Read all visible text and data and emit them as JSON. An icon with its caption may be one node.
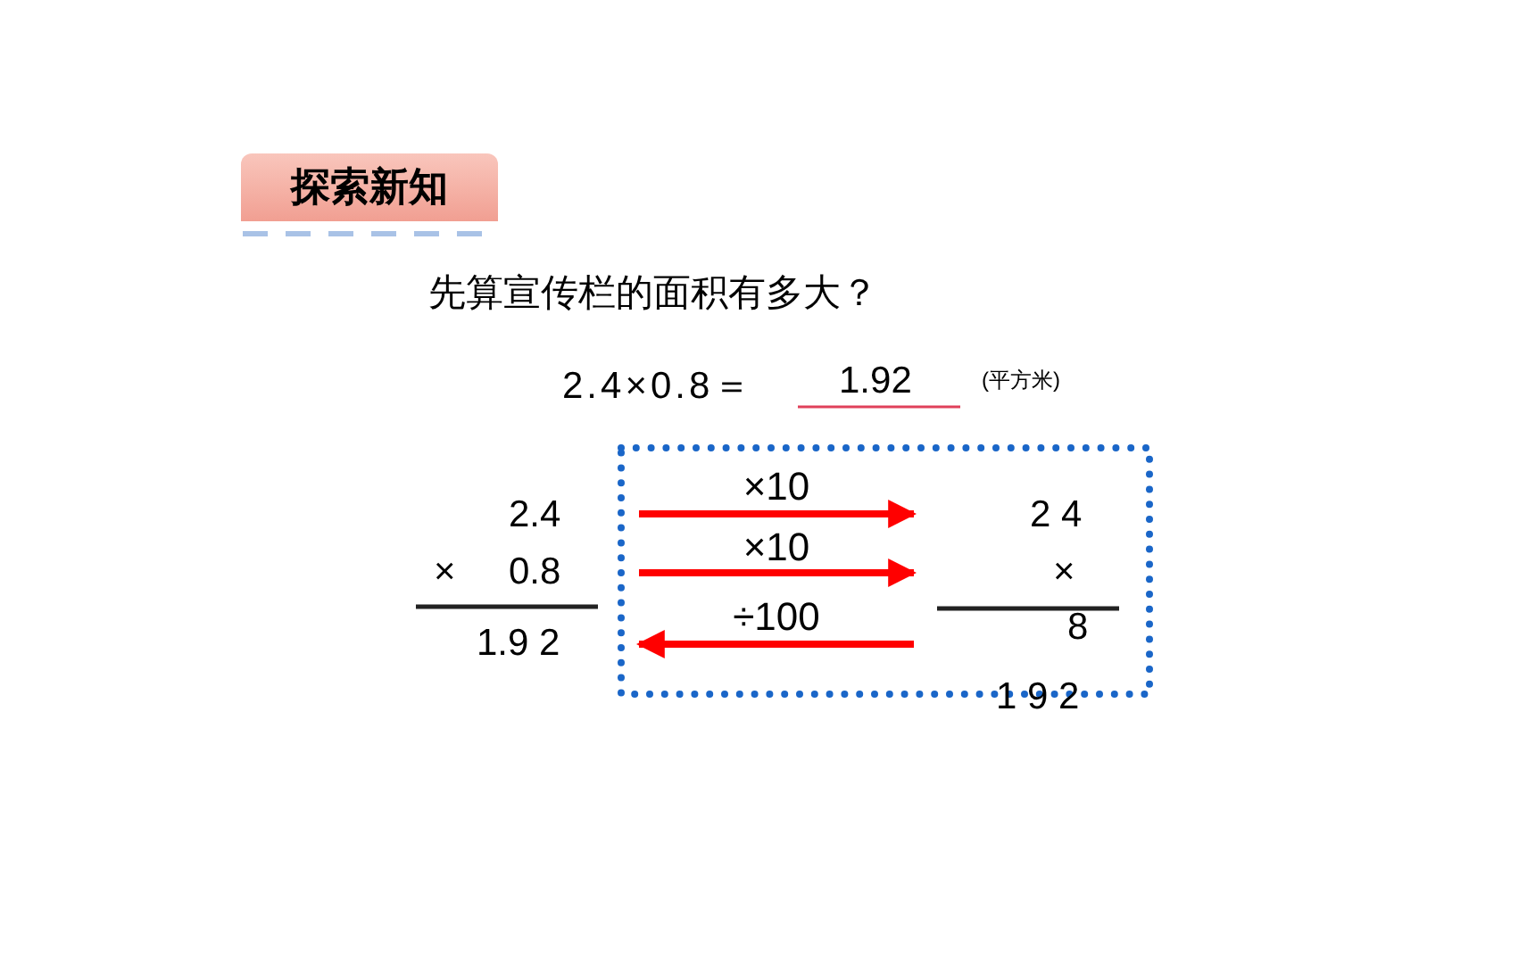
{
  "diagram": {
    "title": "先算宣传栏的面积有多大？",
    "nodes": [
      {
        "text": [
          "探索新知"
        ]
      },
      {
        "text": [
          "2.4",
          "×",
          "0.8",
          "1.9 2"
        ]
      },
      {
        "text": [
          "2 4",
          "×",
          "8",
          "1 9 2"
        ]
      }
    ],
    "edges": [
      {
        "from": 1,
        "to": 2,
        "arrow": "to",
        "label": "×10"
      },
      {
        "from": 1,
        "to": 2,
        "arrow": "to",
        "label": "×10"
      },
      {
        "from": 2,
        "to": 1,
        "arrow": "to",
        "label": "÷100"
      }
    ],
    "labels": [
      "2.4×0.8＝",
      "1.92",
      "(平方米)"
    ]
  }
}
